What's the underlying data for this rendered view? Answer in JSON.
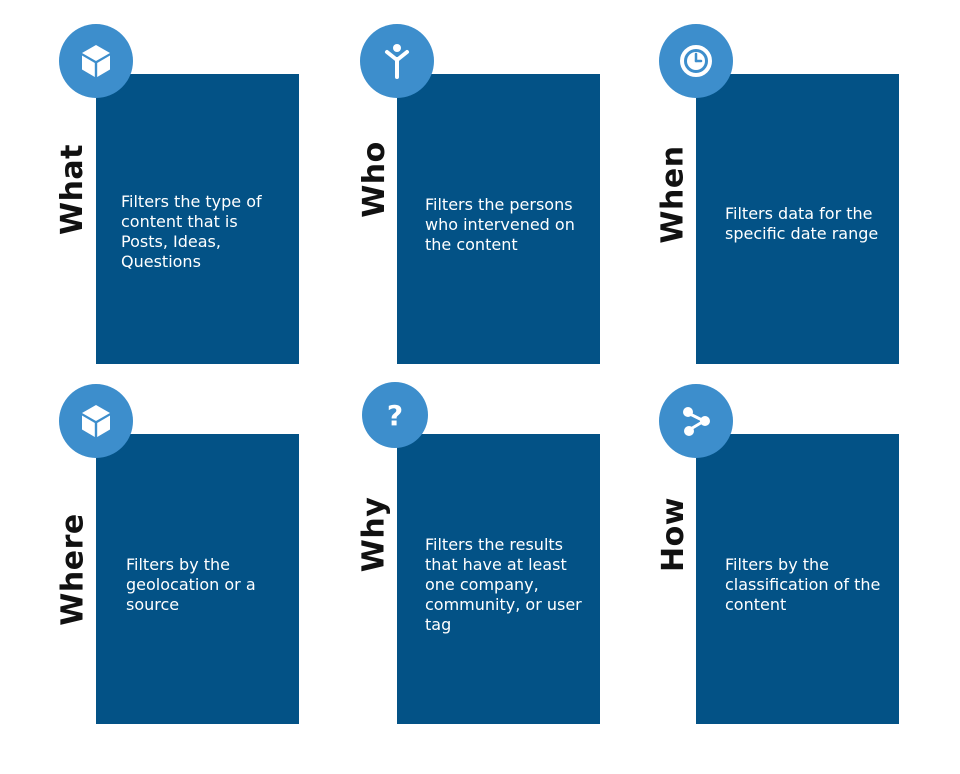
{
  "cards": [
    {
      "label": "What",
      "description": "Filters the type of content that is Posts, Ideas, Questions",
      "icon": "cube-icon"
    },
    {
      "label": "Who",
      "description": "Filters the persons who intervened on the content",
      "icon": "person-icon"
    },
    {
      "label": "When",
      "description": "Filters data for the specific date range",
      "icon": "clock-icon"
    },
    {
      "label": "Where",
      "description": "Filters by the geolocation or a source",
      "icon": "cube-icon"
    },
    {
      "label": "Why",
      "description": "Filters the results that have at least one company, community, or user tag",
      "icon": "question-icon"
    },
    {
      "label": "How",
      "description": "Filters by the classification of the content",
      "icon": "share-nodes-icon"
    }
  ],
  "colors": {
    "panel": "#035286",
    "icon_circle": "#3d8ecc",
    "label": "#111111",
    "text": "#ffffff"
  }
}
